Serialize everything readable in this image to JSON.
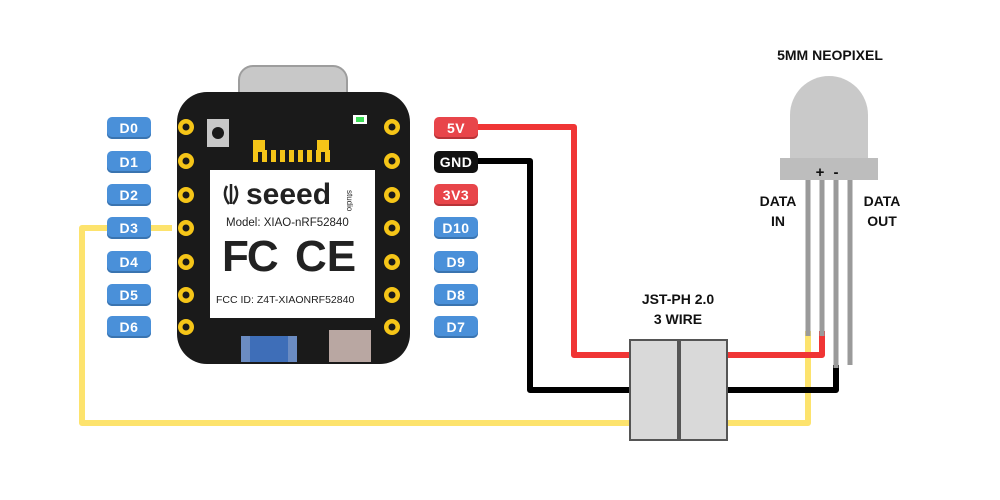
{
  "board": {
    "brand": "seeed",
    "brand_sub": "studio",
    "model": "Model: XIAO-nRF52840",
    "fcc_mark": "FC",
    "ce_mark": "CE",
    "fcc_id": "FCC ID: Z4T-XIAONRF52840"
  },
  "left_pins": [
    "D0",
    "D1",
    "D2",
    "D3",
    "D4",
    "D5",
    "D6"
  ],
  "right_pins": [
    "5V",
    "GND",
    "3V3",
    "D10",
    "D9",
    "D8",
    "D7"
  ],
  "connector": {
    "line1": "JST-PH 2.0",
    "line2": "3 WIRE"
  },
  "neopixel": {
    "title": "5MM NEOPIXEL",
    "plus": "+",
    "minus": "-",
    "data_in": [
      "DATA",
      "IN"
    ],
    "data_out": [
      "DATA",
      "OUT"
    ]
  },
  "colors": {
    "wire_power": "#f03535",
    "wire_ground": "#000000",
    "wire_data": "#fde36d",
    "board": "#1a1a1a",
    "pad": "#f5c518",
    "pin_blue": "#4a90d9",
    "pin_red": "#e8454a",
    "connector": "#d9d9d9"
  }
}
